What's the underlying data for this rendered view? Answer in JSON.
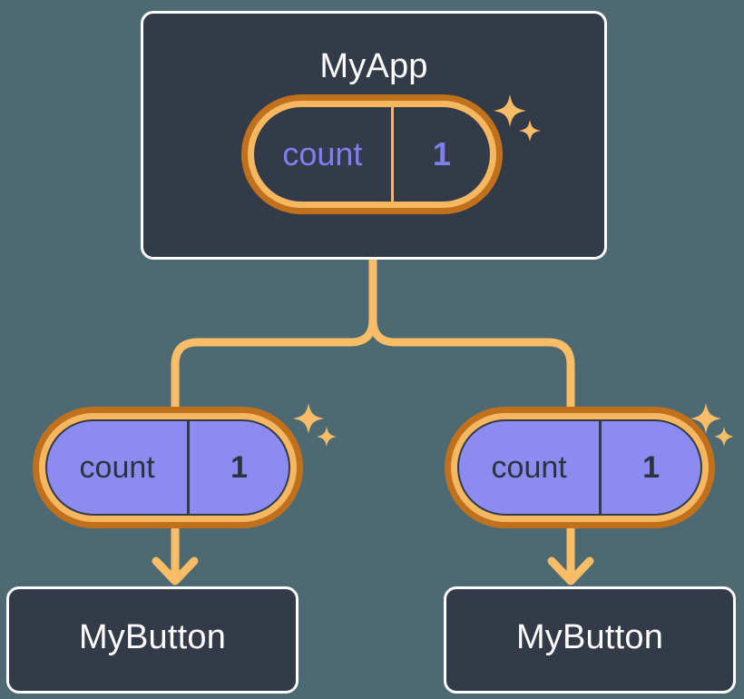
{
  "background_color": "#4d6a72",
  "palette": {
    "card_bg": "#333b49",
    "card_border": "#ffffff",
    "ring_outer": "#c1711c",
    "ring_inner": "#f5b860",
    "connector": "#f9bd68",
    "pill_fill_purple": "#8b8bf0",
    "text_purple": "#7f7ff0",
    "text_dark": "#2c3340",
    "text_white": "#ffffff"
  },
  "diagram": {
    "type": "component-tree",
    "root": {
      "title": "MyApp",
      "state": {
        "key": "count",
        "value": "1",
        "highlighted": true
      }
    },
    "branches": [
      {
        "side": "left",
        "state": {
          "key": "count",
          "value": "1",
          "highlighted": true
        },
        "child": {
          "title": "MyButton"
        }
      },
      {
        "side": "right",
        "state": {
          "key": "count",
          "value": "1",
          "highlighted": true
        },
        "child": {
          "title": "MyButton"
        }
      }
    ],
    "icons": {
      "sparkle": "sparkle-icon",
      "arrow": "arrow-down-icon"
    }
  }
}
